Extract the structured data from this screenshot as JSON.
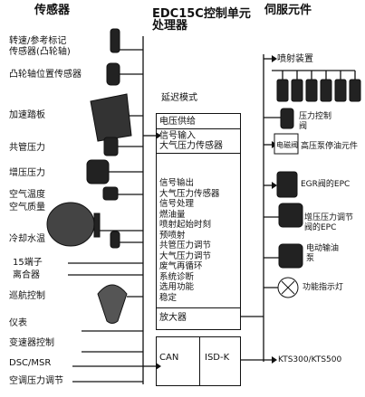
{
  "headers": {
    "sensors": "传感器",
    "ecu": "EDC15C控制单元\n处理器",
    "servo": "伺服元件"
  },
  "sensors": [
    "转速/参考标记\n传感器(凸轮轴)",
    "凸轮轴位置传感器",
    "加速踏板",
    "共管压力",
    "增压压力",
    "空气温度\n空气质量",
    "冷却水温",
    "15端子",
    "离合器",
    "巡航控制",
    "仪表",
    "变速器控制",
    "DSC/MSR",
    "空调压力调节"
  ],
  "ecu": {
    "mode_label": "延迟模式",
    "voltage_supply": "电压供给",
    "signal_input": "信号输入\n大气压力传感器",
    "functions": [
      "信号输出",
      "大气压力传感器",
      "信号处理",
      "燃油量",
      "喷射起始时刻",
      "预喷射",
      "共管压力调节",
      "大气压力调节",
      "废气再循环",
      "系统诊断",
      "选用功能",
      "稳定"
    ],
    "amplifier": "放大器",
    "can": "CAN",
    "isd": "ISD-K"
  },
  "actuators": {
    "injection": "喷射装置",
    "pressure_valve": "压力控制\n阀",
    "pump_cutoff": "高压泵停油元件",
    "relay": "电磁阀",
    "egr": "EGR阀的EPC",
    "boost_epc": "增压压力调节\n阀的EPC",
    "fuel_pump": "电动输油\n泵",
    "indicator": "功能指示灯",
    "kts": "KTS300/KTS500"
  }
}
